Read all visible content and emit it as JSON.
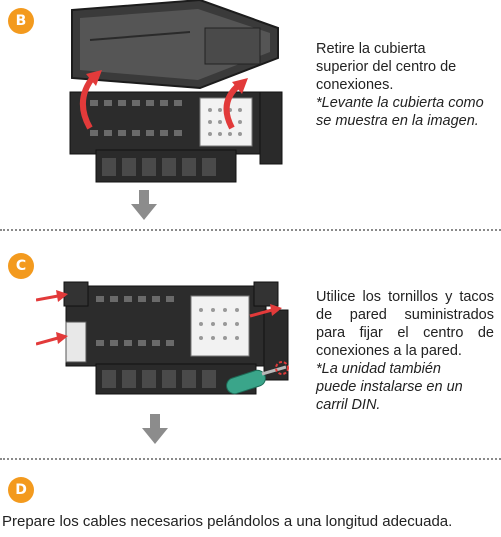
{
  "sections": [
    {
      "badge": "B",
      "lines": [
        "Retire la cubierta",
        "superior del centro de",
        "conexiones."
      ],
      "note_lines": [
        "*Levante la cubierta como",
        "se muestra en la imagen."
      ]
    },
    {
      "badge": "C",
      "lines": [
        "Utilice los tornillos y tacos",
        "de pared suministrados",
        "para fijar el centro de",
        "conexiones a la pared."
      ],
      "note_lines": [
        "*La unidad también",
        "puede instalarse en un",
        "carril DIN."
      ]
    },
    {
      "badge": "D",
      "text": "Prepare los cables necesarios pelándolos a una longitud adecuada."
    }
  ],
  "colors": {
    "badge": "#f39a1e",
    "arrow_red": "#e23a3a",
    "device_dark": "#2f2f2f",
    "step_arrow": "#8c8c8c"
  }
}
